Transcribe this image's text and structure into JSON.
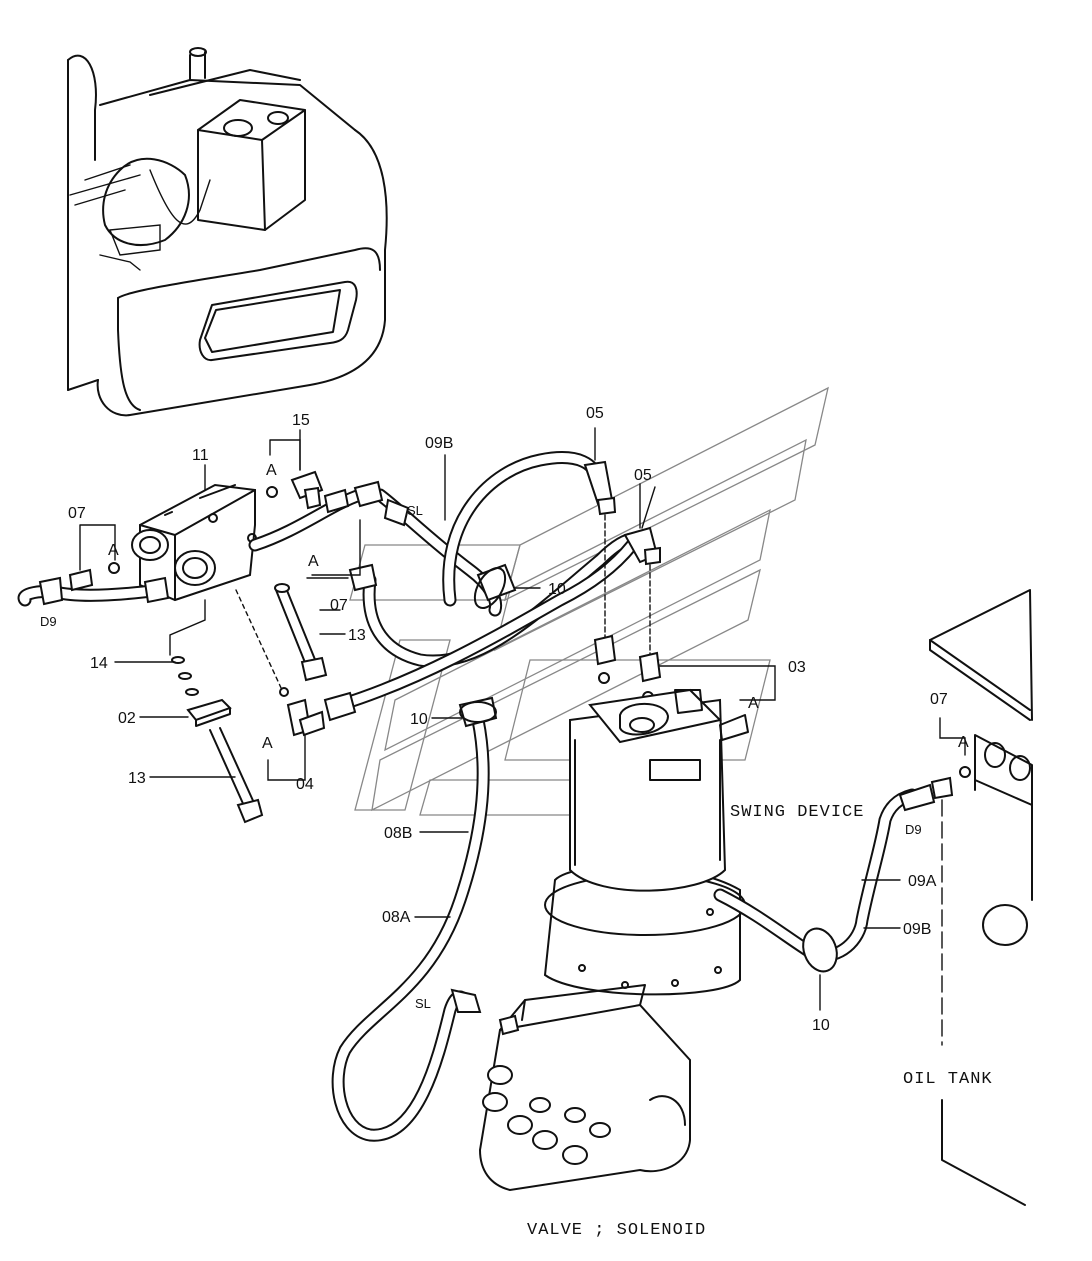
{
  "caption": "VALVE ; SOLENOID",
  "assembly_labels": {
    "swing_device": "SWING DEVICE",
    "oil_tank": "OIL TANK"
  },
  "callouts": {
    "p15": "15",
    "p11": "11",
    "p09b_top": "09B",
    "p05_a": "05",
    "p05_b": "05",
    "p07_left": "07",
    "p07_mid": "07",
    "p07_right": "07",
    "pD9_left": "D9",
    "pD9_right": "D9",
    "p13_a": "13",
    "p13_b": "13",
    "p14": "14",
    "p02": "02",
    "p04": "04",
    "p10_a": "10",
    "p10_b": "10",
    "p10_c": "10",
    "p03": "03",
    "p08b": "08B",
    "p08a": "08A",
    "p09a": "09A",
    "p09b_right": "09B",
    "sl_top": "SL",
    "sl_bottom": "SL",
    "a_top": "A",
    "a_left": "A",
    "a_mid": "A",
    "a_lower": "A",
    "a_03": "A",
    "a_right": "A"
  }
}
